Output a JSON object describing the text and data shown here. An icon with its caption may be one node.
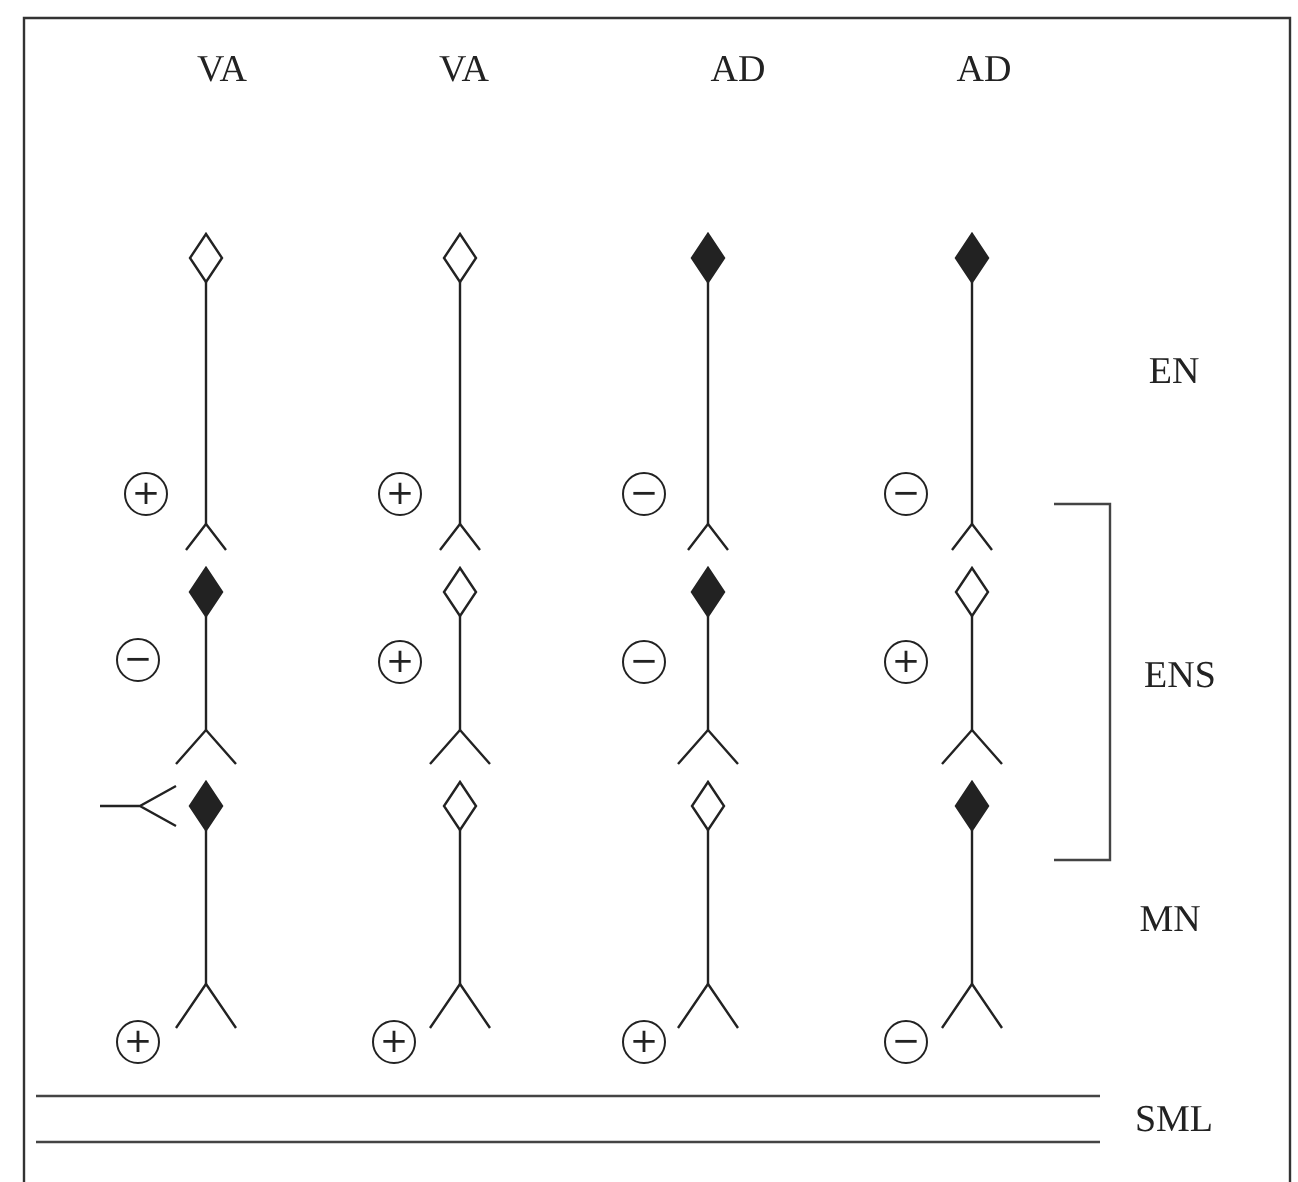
{
  "diagram": {
    "labels": [
      "VA",
      "VA",
      "AD",
      "AD",
      "EN",
      "+",
      "+",
      "−",
      "−",
      "−",
      "+",
      "−",
      "ENS",
      "+",
      "MN",
      "+",
      "+",
      "+",
      "−",
      "SML"
    ]
  }
}
